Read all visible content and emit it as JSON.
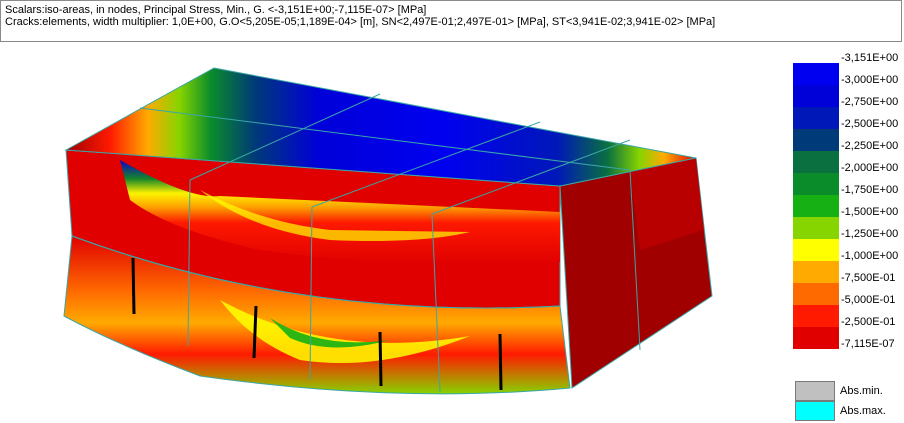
{
  "header": {
    "line1": "Scalars:iso-areas, in nodes, Principal Stress, Min., G. <-3,151E+00;-7,115E-07> [MPa]",
    "line2": "Cracks:elements, width multiplier: 1,0E+00, G.O<5,205E-05;1,189E-04> [m], SN<2,497E-01;2,497E-01> [MPa], ST<3,941E-02;3,941E-02> [MPa]"
  },
  "legend": {
    "labels": [
      "-3,151E+00",
      "-3,000E+00",
      "-2,750E+00",
      "-2,500E+00",
      "-2,250E+00",
      "-2,000E+00",
      "-1,750E+00",
      "-1,500E+00",
      "-1,250E+00",
      "-1,000E+00",
      "-7,500E-01",
      "-5,000E-01",
      "-2,500E-01",
      "-7,115E-07"
    ],
    "colors": [
      "#0000f0",
      "#0000d8",
      "#0018b8",
      "#003a78",
      "#0a7040",
      "#0a8c2a",
      "#16b014",
      "#86d400",
      "#ffff00",
      "#ffaa00",
      "#ff6a00",
      "#ff1a00",
      "#e00000",
      "#a00000"
    ]
  },
  "abs": {
    "min_label": "Abs.min.",
    "max_label": "Abs.max.",
    "min_color": "#c0c0c0",
    "max_color": "#00ffff"
  },
  "model": {
    "mesh_line_color": "#3aa6a6",
    "crack_color": "#000000"
  }
}
